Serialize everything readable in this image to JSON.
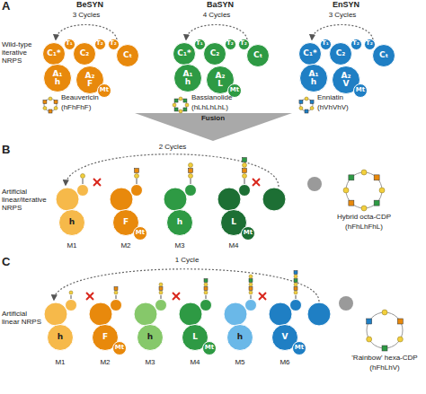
{
  "diagram": {
    "nodes": [
      {
        "text": [
          "C₁*"
        ]
      },
      {
        "text": [
          "T₁"
        ]
      },
      {
        "text": [
          "A₁",
          "h"
        ]
      },
      {
        "text": [
          "C₂"
        ]
      },
      {
        "text": [
          "A₂",
          "F"
        ]
      },
      {
        "text": [
          "Mt"
        ]
      },
      {
        "text": [
          "T₂"
        ]
      },
      {
        "text": [
          "T₂"
        ]
      },
      {
        "text": [
          "Cₜ"
        ]
      },
      {
        "text": [
          "C₁*"
        ]
      },
      {
        "text": [
          "T₁"
        ]
      },
      {
        "text": [
          "A₁",
          "h"
        ]
      },
      {
        "text": [
          "C₂"
        ]
      },
      {
        "text": [
          "A₂",
          "L"
        ]
      },
      {
        "text": [
          "Mt"
        ]
      },
      {
        "text": [
          "T₂"
        ]
      },
      {
        "text": [
          "T₂"
        ]
      },
      {
        "text": [
          "Cₜ"
        ]
      },
      {
        "text": [
          "C₁*"
        ]
      },
      {
        "text": [
          "T₁"
        ]
      },
      {
        "text": [
          "A₁",
          "h"
        ]
      },
      {
        "text": [
          "C₂"
        ]
      },
      {
        "text": [
          "A₂",
          "V"
        ]
      },
      {
        "text": [
          "Mt"
        ]
      },
      {
        "text": [
          "T₂"
        ]
      },
      {
        "text": [
          "T₂"
        ]
      },
      {
        "text": [
          "Cₜ"
        ]
      },
      {
        "text": [
          "h"
        ]
      },
      {
        "text": [
          "F"
        ]
      },
      {
        "text": [
          "Mt"
        ]
      },
      {
        "text": [
          "h"
        ]
      },
      {
        "text": [
          "L"
        ]
      },
      {
        "text": [
          "Mt"
        ]
      },
      {
        "text": [
          "h"
        ]
      },
      {
        "text": [
          "F"
        ]
      },
      {
        "text": [
          "Mt"
        ]
      },
      {
        "text": [
          "h"
        ]
      },
      {
        "text": [
          "L"
        ]
      },
      {
        "text": [
          "Mt"
        ]
      },
      {
        "text": [
          "h"
        ]
      },
      {
        "text": [
          "V"
        ]
      },
      {
        "text": [
          "Mt"
        ]
      }
    ],
    "labels": [
      "A",
      "BeSYN",
      "3 Cycles",
      "BaSYN",
      "4 Cycles",
      "EnSYN",
      "3 Cycles",
      "Wild-type iterative NRPS",
      "Beauvericin",
      "(hFhFhF)",
      "Bassianolide",
      "(hLhLhLhL)",
      "Enniatin",
      "(hVhVhV)",
      "Fusion",
      "B",
      "2 Cycles",
      "Artificial linear/iterative NRPS",
      "M1",
      "M2",
      "M3",
      "M4",
      "Hybrid octa-CDP",
      "(hFhLhFhL)",
      "C",
      "1 Cycle",
      "Artificial linear NRPS",
      "M1",
      "M2",
      "M3",
      "M4",
      "M5",
      "M6",
      "'Rainbow' hexa-CDP",
      "(hFhLhV)"
    ]
  }
}
